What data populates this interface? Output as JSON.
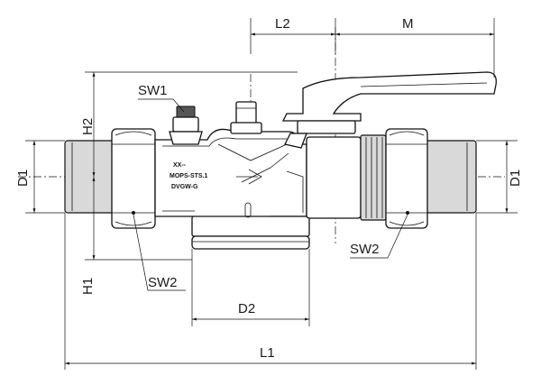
{
  "diagram": {
    "dimensions": {
      "l1": "L1",
      "l2": "L2",
      "m": "M",
      "d1_left": "D1",
      "d1_right": "D1",
      "d2": "D2",
      "h1": "H1",
      "h2": "H2",
      "sw1": "SW1",
      "sw2_left": "SW2",
      "sw2_right": "SW2"
    },
    "body_marking": {
      "line1": "XX--",
      "line2": "MOPS-STS.1",
      "line3": "DVGW-G"
    }
  }
}
